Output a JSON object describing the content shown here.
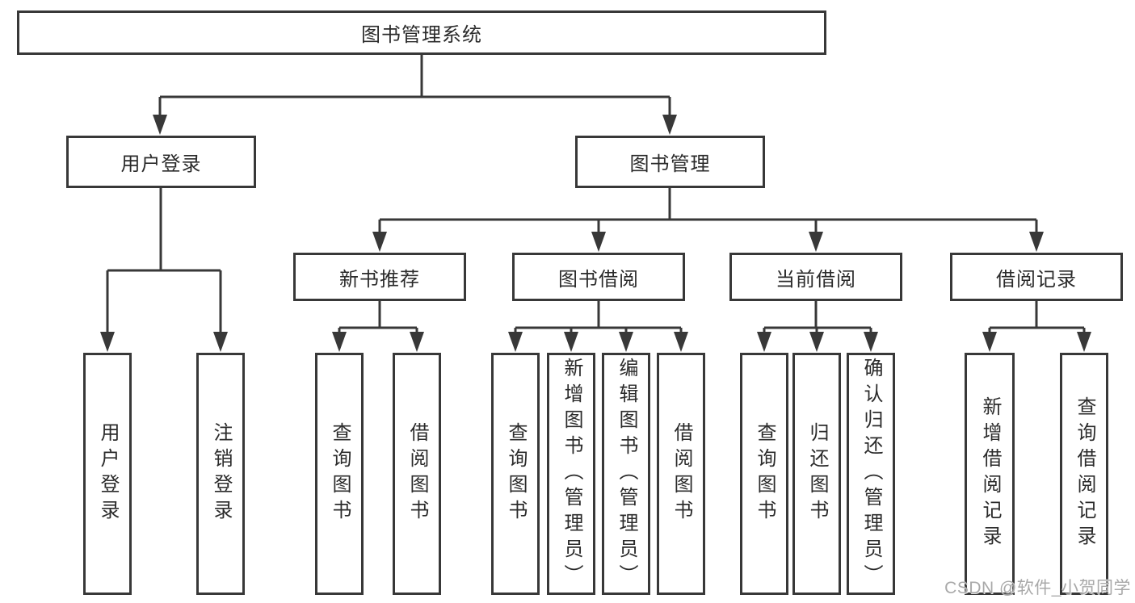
{
  "diagram_title": "图书管理系统",
  "tree": {
    "root": {
      "label": "图书管理系统"
    },
    "branches": [
      {
        "label": "用户登录",
        "children": [
          {
            "label": "用户登录"
          },
          {
            "label": "注销登录"
          }
        ]
      },
      {
        "label": "图书管理",
        "children": [
          {
            "label": "新书推荐",
            "children": [
              {
                "label": "查询图书"
              },
              {
                "label": "借阅图书"
              }
            ]
          },
          {
            "label": "图书借阅",
            "children": [
              {
                "label": "查询图书"
              },
              {
                "label": "新增图书（管理员）"
              },
              {
                "label": "编辑图书（管理员）"
              },
              {
                "label": "借阅图书"
              }
            ]
          },
          {
            "label": "当前借阅",
            "children": [
              {
                "label": "查询图书"
              },
              {
                "label": "归还图书"
              },
              {
                "label": "确认归还（管理员）"
              }
            ]
          },
          {
            "label": "借阅记录",
            "children": [
              {
                "label": "新增借阅记录"
              },
              {
                "label": "查询借阅记录"
              }
            ]
          }
        ]
      }
    ]
  },
  "watermark": {
    "text": "CSDN @软件_小贺同学"
  },
  "colors": {
    "line": "#383838",
    "box_border": "#383838",
    "text": "#2b2b2b",
    "background": "#ffffff",
    "watermark": "#a9a9a9"
  }
}
